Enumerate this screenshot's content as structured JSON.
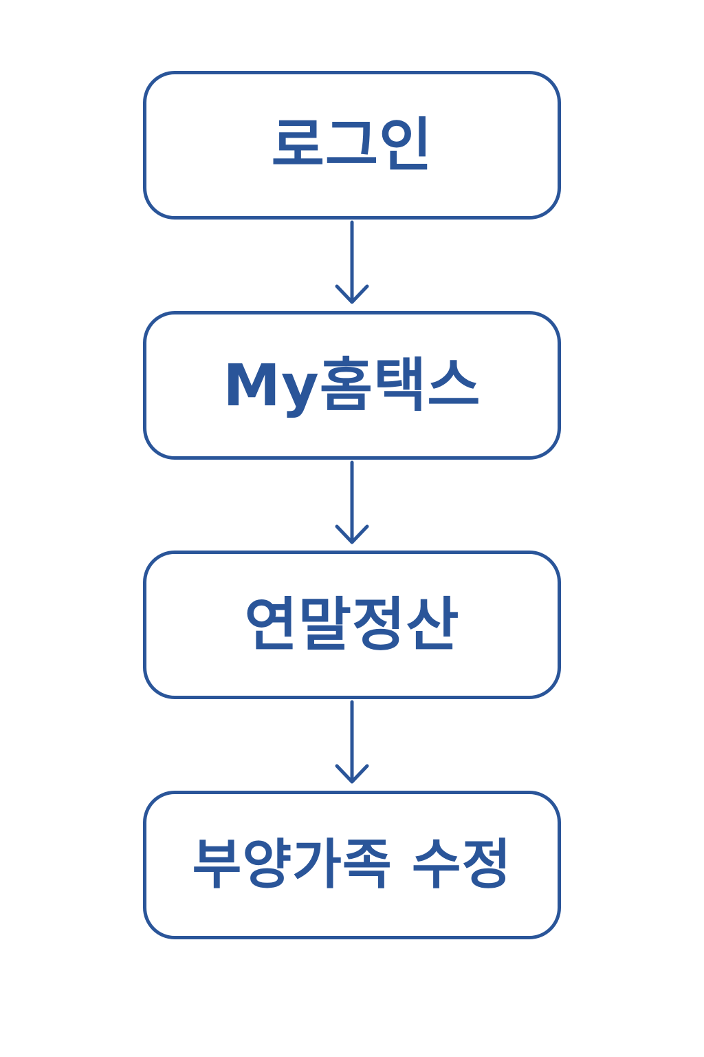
{
  "colors": {
    "accent": "#2a5599",
    "background": "#ffffff"
  },
  "flow": {
    "steps": [
      {
        "label": "로그인"
      },
      {
        "label": "My홈택스"
      },
      {
        "label": "연말정산"
      },
      {
        "label": "부양가족 수정"
      }
    ]
  }
}
